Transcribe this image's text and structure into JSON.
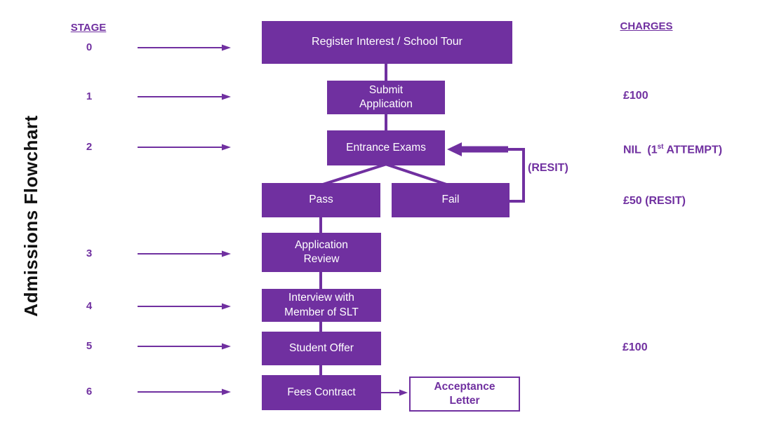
{
  "page_title": "Admissions Flowchart",
  "colors": {
    "purple": "#7030A0",
    "title_black": "#111111",
    "node_text_white": "#ffffff",
    "background": "#ffffff"
  },
  "stage_column": {
    "header": "STAGE",
    "items": [
      {
        "label": "0"
      },
      {
        "label": "1"
      },
      {
        "label": "2"
      },
      {
        "label": "3"
      },
      {
        "label": "4"
      },
      {
        "label": "5"
      },
      {
        "label": "6"
      }
    ]
  },
  "charges_column": {
    "header": "CHARGES",
    "items": [
      {
        "label": "£100"
      },
      {
        "prefix": "NIL  (1",
        "sup": "st",
        "suffix": " ATTEMPT)"
      },
      {
        "label": "(RESIT)"
      },
      {
        "label": "£50 (RESIT)"
      },
      {
        "label": "£100"
      }
    ]
  },
  "flowchart": {
    "nodes": [
      {
        "id": "register",
        "label": "Register Interest / School Tour"
      },
      {
        "id": "submit",
        "label": "Submit\nApplication"
      },
      {
        "id": "entrance",
        "label": "Entrance Exams"
      },
      {
        "id": "pass",
        "label": "Pass"
      },
      {
        "id": "fail",
        "label": "Fail"
      },
      {
        "id": "application-review",
        "label": "Application\nReview"
      },
      {
        "id": "interview",
        "label": "Interview with\nMember of SLT"
      },
      {
        "id": "student-offer",
        "label": "Student Offer"
      },
      {
        "id": "fees-contract",
        "label": "Fees Contract"
      },
      {
        "id": "acceptance-letter",
        "label": "Acceptance\nLetter"
      }
    ]
  }
}
